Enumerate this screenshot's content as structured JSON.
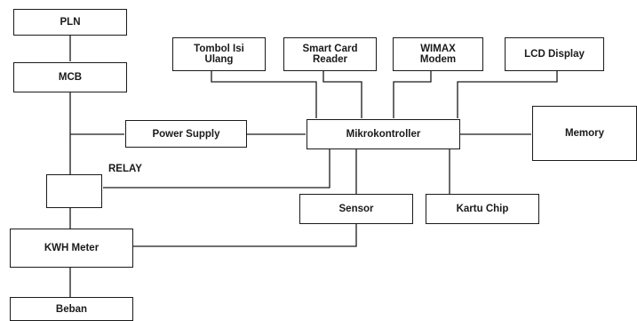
{
  "blocks": {
    "pln": "PLN",
    "mcb": "MCB",
    "power_supply": "Power Supply",
    "relay": "RELAY",
    "kwh_meter": "KWH Meter",
    "beban": "Beban",
    "tombol_isi_ulang": "Tombol Isi\nUlang",
    "smart_card_reader": "Smart Card\nReader",
    "wimax_modem": "WIMAX\nModem",
    "lcd_display": "LCD Display",
    "mikrokontroller": "Mikrokontroller",
    "memory": "Memory",
    "sensor": "Sensor",
    "kartu_chip": "Kartu Chip"
  }
}
